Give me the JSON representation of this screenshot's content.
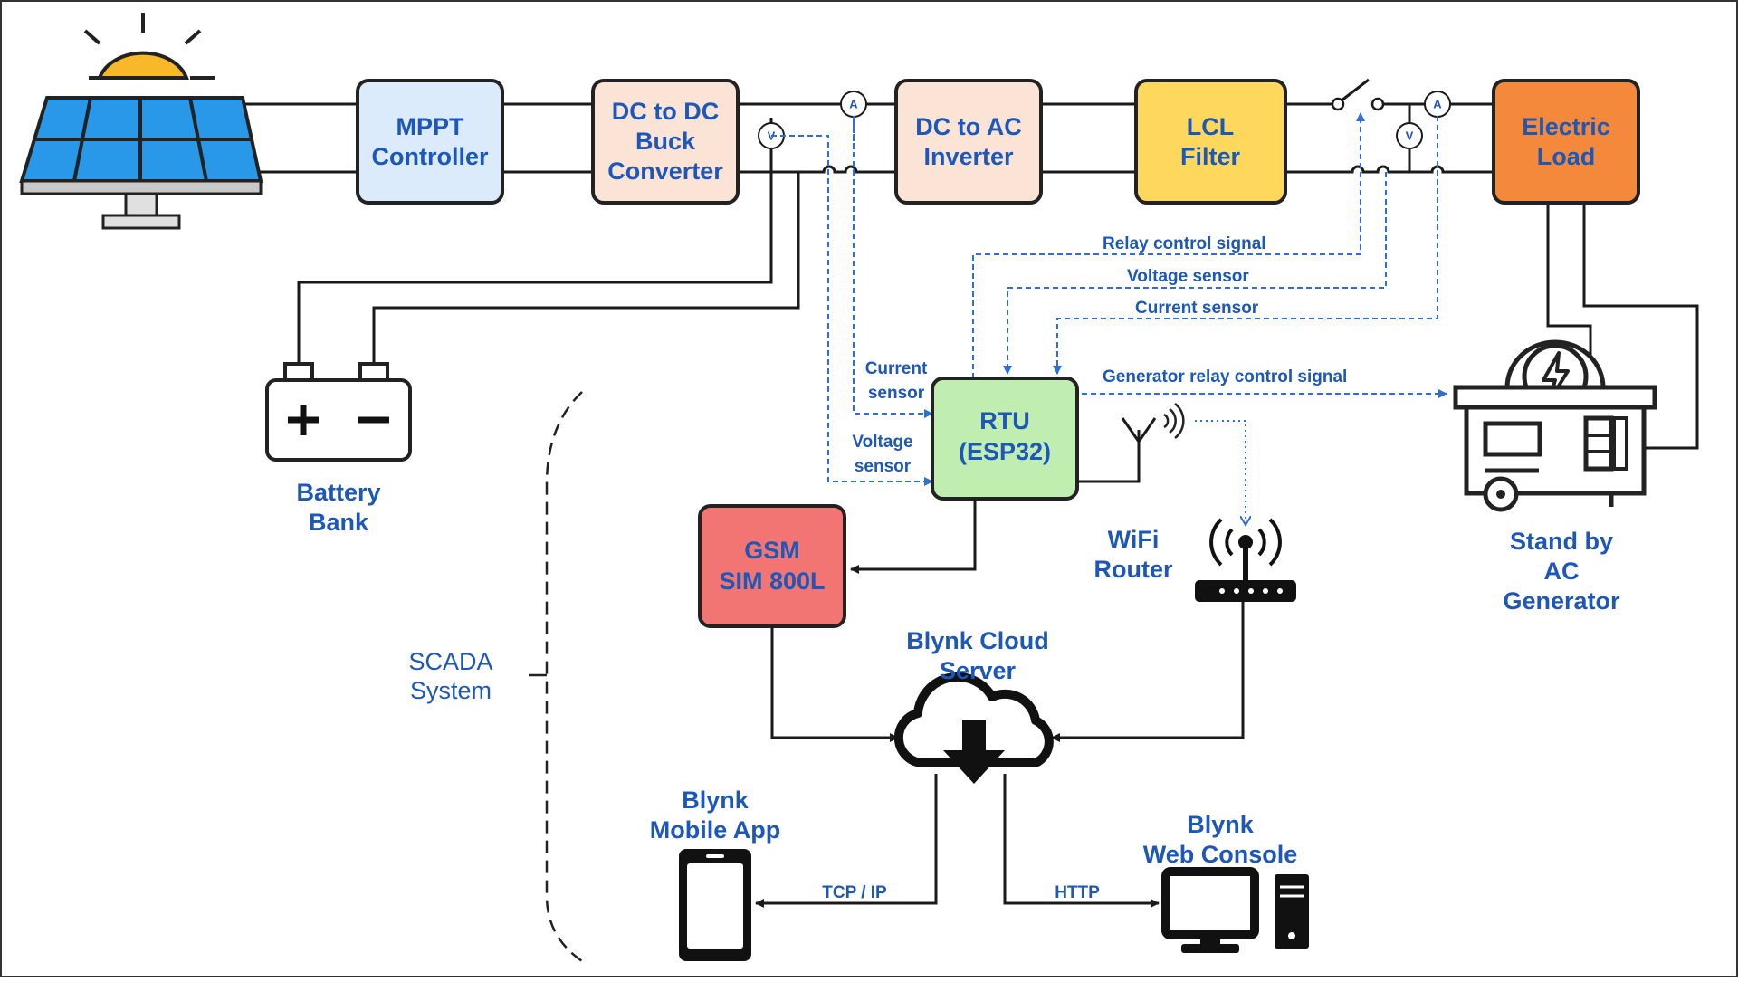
{
  "blocks": {
    "mppt": [
      "MPPT",
      "Controller"
    ],
    "dcdc": [
      "DC to DC",
      "Buck",
      "Converter"
    ],
    "dcac": [
      "DC to AC",
      "Inverter"
    ],
    "lcl": [
      "LCL",
      "Filter"
    ],
    "load": [
      "Electric",
      "Load"
    ],
    "rtu": [
      "RTU",
      "(ESP32)"
    ],
    "gsm": [
      "GSM",
      "SIM 800L"
    ]
  },
  "labels": {
    "battery": [
      "Battery",
      "Bank"
    ],
    "generator": [
      "Stand by",
      "AC",
      "Generator"
    ],
    "wifi": [
      "WiFi",
      "Router"
    ],
    "cloud": [
      "Blynk Cloud",
      "Server"
    ],
    "mobile": [
      "Blynk",
      "Mobile App"
    ],
    "web": [
      "Blynk",
      "Web Console"
    ],
    "scada": [
      "SCADA",
      "System"
    ]
  },
  "signals": {
    "relay": "Relay control signal",
    "voltage": "Voltage sensor",
    "current": "Current sensor",
    "gen_relay": "Generator relay control signal",
    "rtu_current": [
      "Current",
      "sensor"
    ],
    "rtu_voltage": [
      "Voltage",
      "sensor"
    ],
    "tcp": "TCP / IP",
    "http": "HTTP"
  },
  "meters": {
    "ammeter": "A",
    "voltmeter": "V"
  },
  "colors": {
    "mppt": "#dcebfb",
    "dcdc": "#fbe3d6",
    "dcac": "#fbe3d6",
    "lcl": "#fdd85d",
    "load": "#f4893c",
    "rtu": "#bfeeb0",
    "gsm": "#f27573",
    "text": "#1d57b8",
    "signal": "#2d6fd6"
  }
}
